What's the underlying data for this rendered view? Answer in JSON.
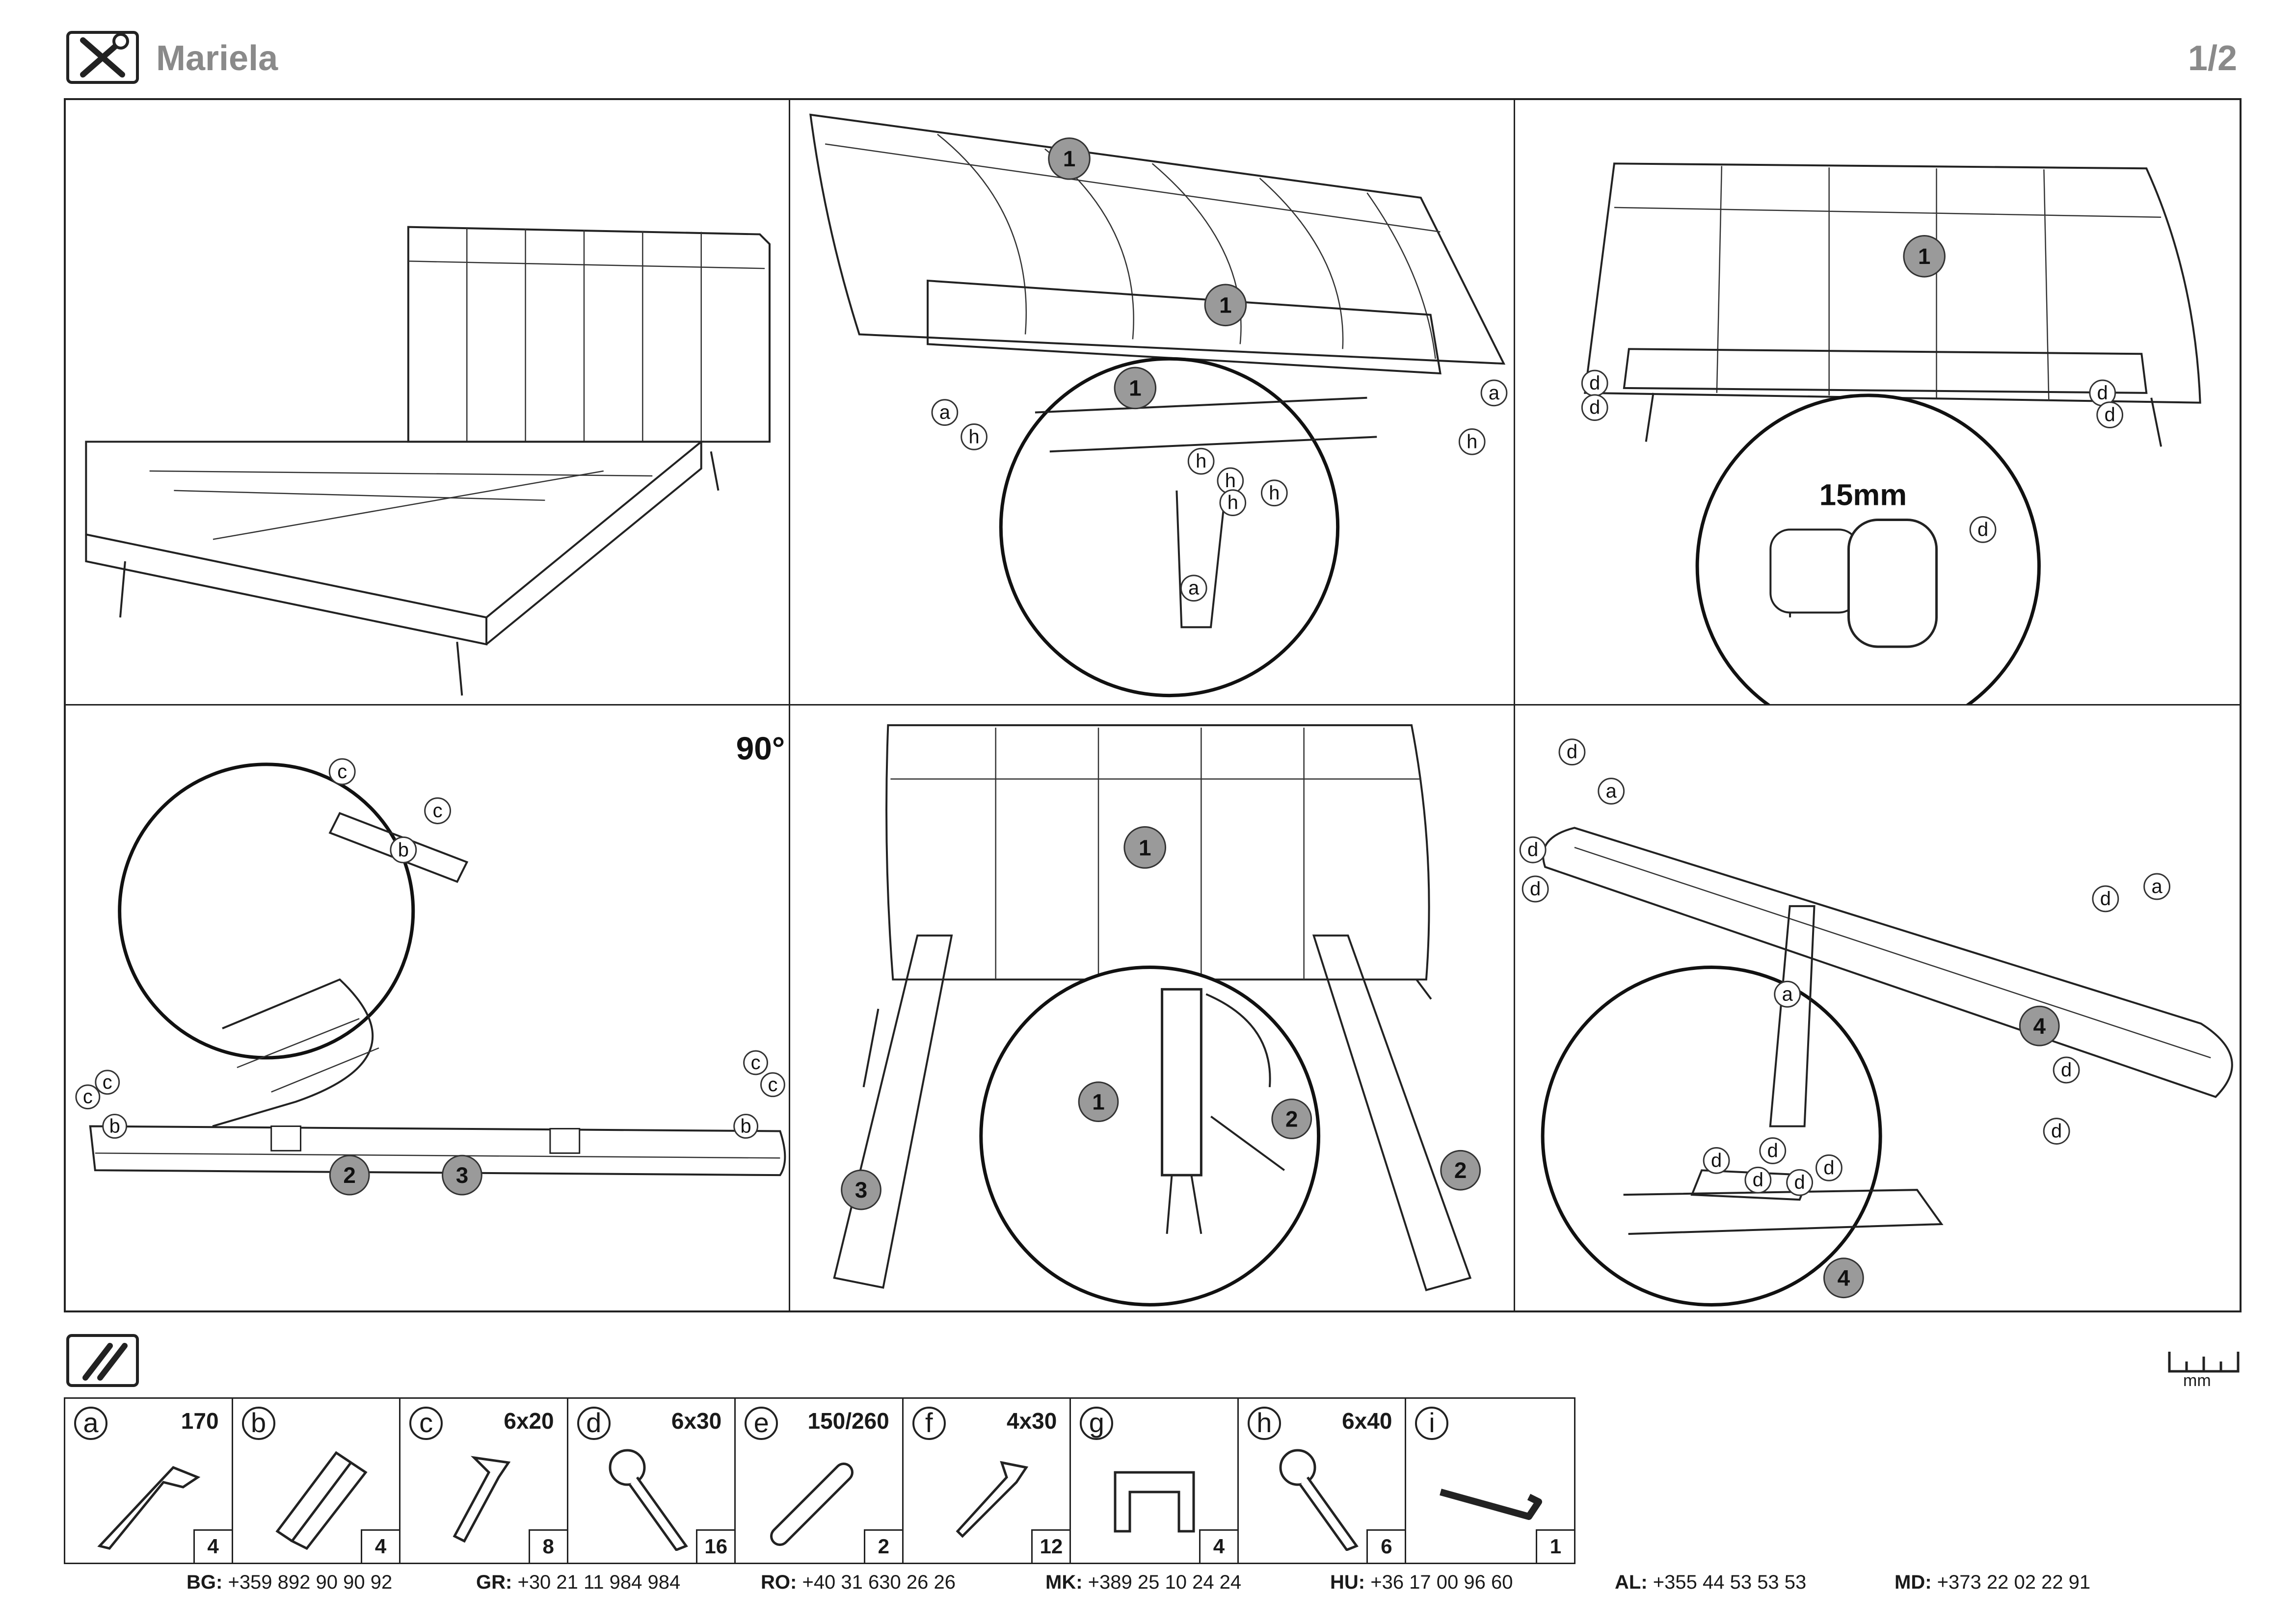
{
  "header": {
    "title": "Mariela",
    "page": "1/2"
  },
  "steps": {
    "rotation_label": "90°",
    "screw_length_label": "15mm"
  },
  "parts_unit": "mm",
  "parts": [
    {
      "letter": "a",
      "size": "170",
      "qty": "4",
      "icon": "bed-leg-icon"
    },
    {
      "letter": "b",
      "size": "",
      "qty": "4",
      "icon": "angle-bracket-icon"
    },
    {
      "letter": "c",
      "size": "6x20",
      "qty": "8",
      "icon": "countersunk-screw-icon"
    },
    {
      "letter": "d",
      "size": "6x30",
      "qty": "16",
      "icon": "bolt-icon"
    },
    {
      "letter": "e",
      "size": "150/260",
      "qty": "2",
      "icon": "spacer-bolt-icon"
    },
    {
      "letter": "f",
      "size": "4x30",
      "qty": "12",
      "icon": "wood-screw-icon"
    },
    {
      "letter": "g",
      "size": "",
      "qty": "4",
      "icon": "slat-holder-icon"
    },
    {
      "letter": "h",
      "size": "6x40",
      "qty": "6",
      "icon": "bolt-icon"
    },
    {
      "letter": "i",
      "size": "",
      "qty": "1",
      "icon": "allen-key-icon"
    }
  ],
  "contacts": [
    {
      "code": "BG:",
      "phone": "+359 892 90 90 92"
    },
    {
      "code": "GR:",
      "phone": "+30 21 11 984 984"
    },
    {
      "code": "RO:",
      "phone": "+40 31 630 26 26"
    },
    {
      "code": "MK:",
      "phone": "+389 25 10 24 24"
    },
    {
      "code": "HU:",
      "phone": "+36 17 00 96 60"
    },
    {
      "code": "AL:",
      "phone": "+355 44 53 53 53"
    },
    {
      "code": "MD:",
      "phone": "+373 22 02 22 91"
    }
  ]
}
